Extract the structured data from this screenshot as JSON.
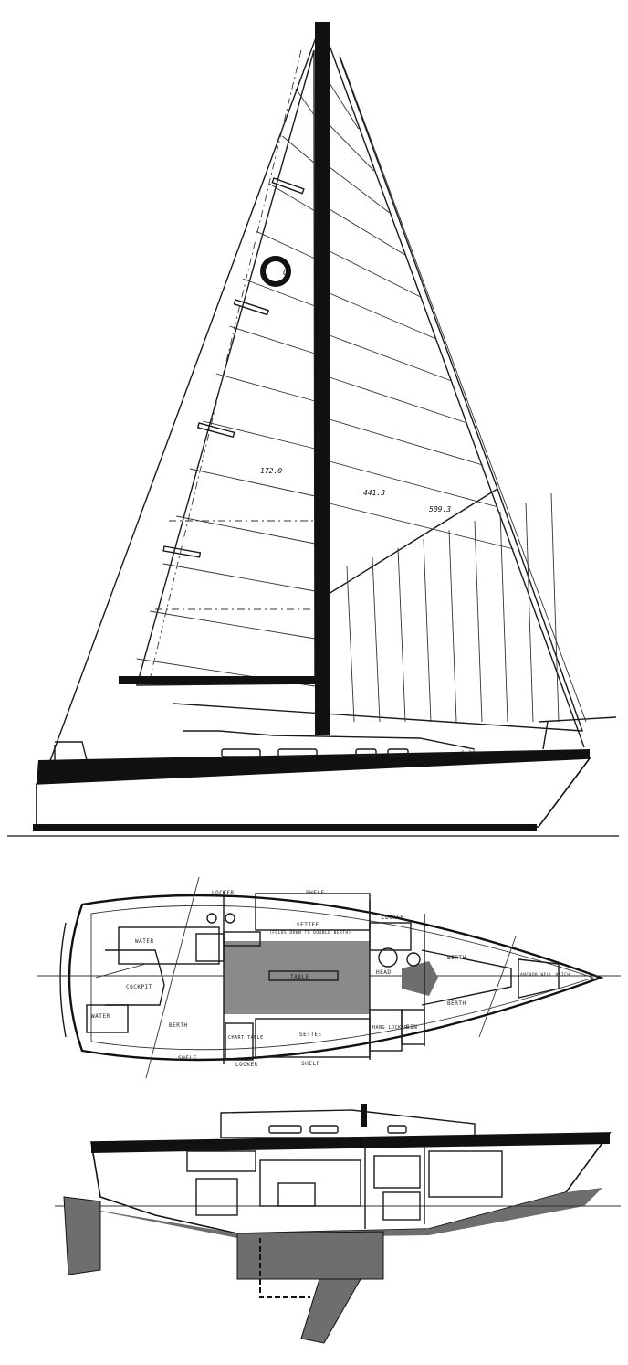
{
  "sail_plan": {
    "area_labels": [
      "172.0",
      "441.3",
      "509.3"
    ],
    "insignia": "C",
    "hull_mark": "C-30"
  },
  "accommodation_plan": {
    "labels": {
      "locker_port": "LOCKER",
      "shelf_port": "SHELF",
      "settee_port": "SETTEE",
      "settee_note": "(FOLDS DOWN TO DOUBLE BERTH)",
      "water_fwd": "WATER",
      "cockpit": "COCKPIT",
      "water_aft": "WATER",
      "berth_aft": "BERTH",
      "table": "TABLE",
      "chart_table": "CHART TABLE",
      "settee_stbd": "SETTEE",
      "shelf_stbd": "SHELF",
      "locker_stbd": "LOCKER",
      "shelf_stbd_aft": "SHELF",
      "locker_fwd": "LOCKER",
      "head": "HEAD",
      "hang_locker": "HANG LOCKER",
      "bin": "BIN",
      "berth_fwd_port": "BERTH",
      "berth_fwd_stbd": "BERTH",
      "anchor_well": "ANCHOR WELL HATCH"
    }
  },
  "colors": {
    "ink": "#111111",
    "keel_fill": "#6e6e6e",
    "sole_fill": "#8a8a8a"
  }
}
